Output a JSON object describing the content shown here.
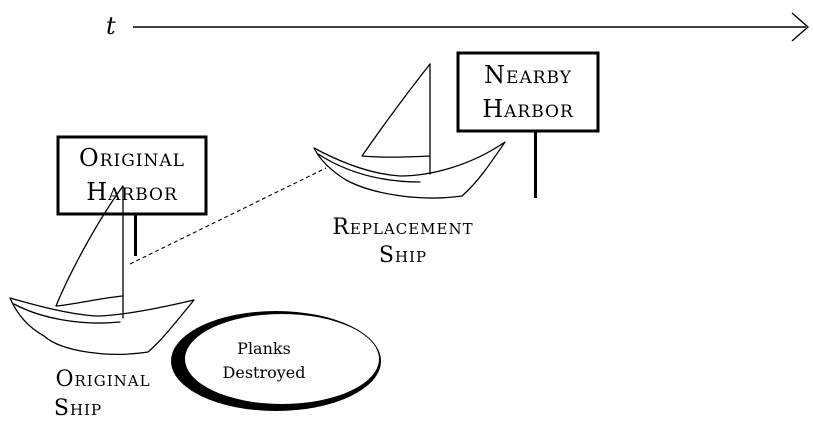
{
  "axis": {
    "label": "t"
  },
  "original_harbor": {
    "line1": "Original",
    "line2": "Harbor"
  },
  "nearby_harbor": {
    "line1": "Nearby",
    "line2": "Harbor"
  },
  "original_ship": {
    "line1": "Original",
    "line2": "Ship"
  },
  "replacement_ship": {
    "line1": "Replacement",
    "line2": "Ship"
  },
  "planks": {
    "line1": "Planks",
    "line2": "Destroyed"
  }
}
